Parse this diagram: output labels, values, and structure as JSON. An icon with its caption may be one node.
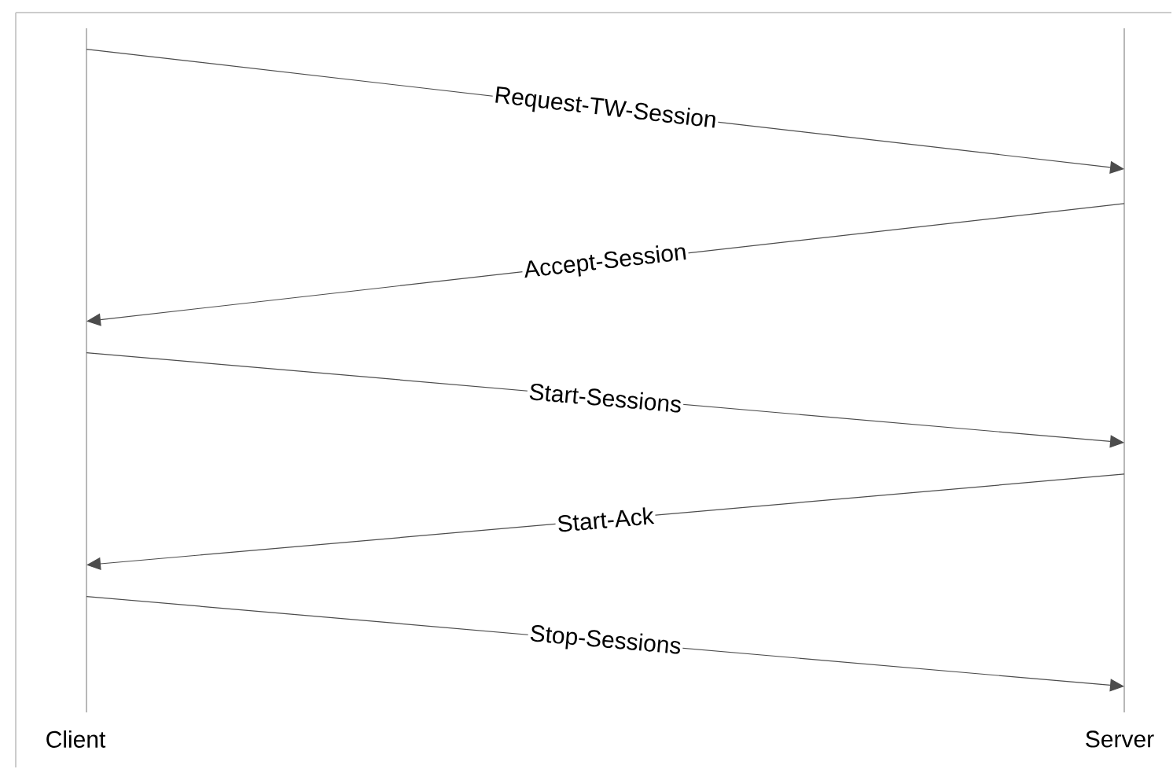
{
  "diagram": {
    "nodes": [
      {
        "text": [
          "Client"
        ]
      },
      {
        "text": [
          "Server"
        ]
      }
    ],
    "edges": [
      {
        "from": 0,
        "to": 1,
        "arrow": "to",
        "label": "Request-TW-Session"
      },
      {
        "from": 1,
        "to": 0,
        "arrow": "to",
        "label": "Accept-Session"
      },
      {
        "from": 0,
        "to": 1,
        "arrow": "to",
        "label": "Start-Sessions"
      },
      {
        "from": 1,
        "to": 0,
        "arrow": "to",
        "label": "Start-Ack"
      },
      {
        "from": 0,
        "to": 1,
        "arrow": "to",
        "label": "Stop-Sessions"
      }
    ]
  }
}
